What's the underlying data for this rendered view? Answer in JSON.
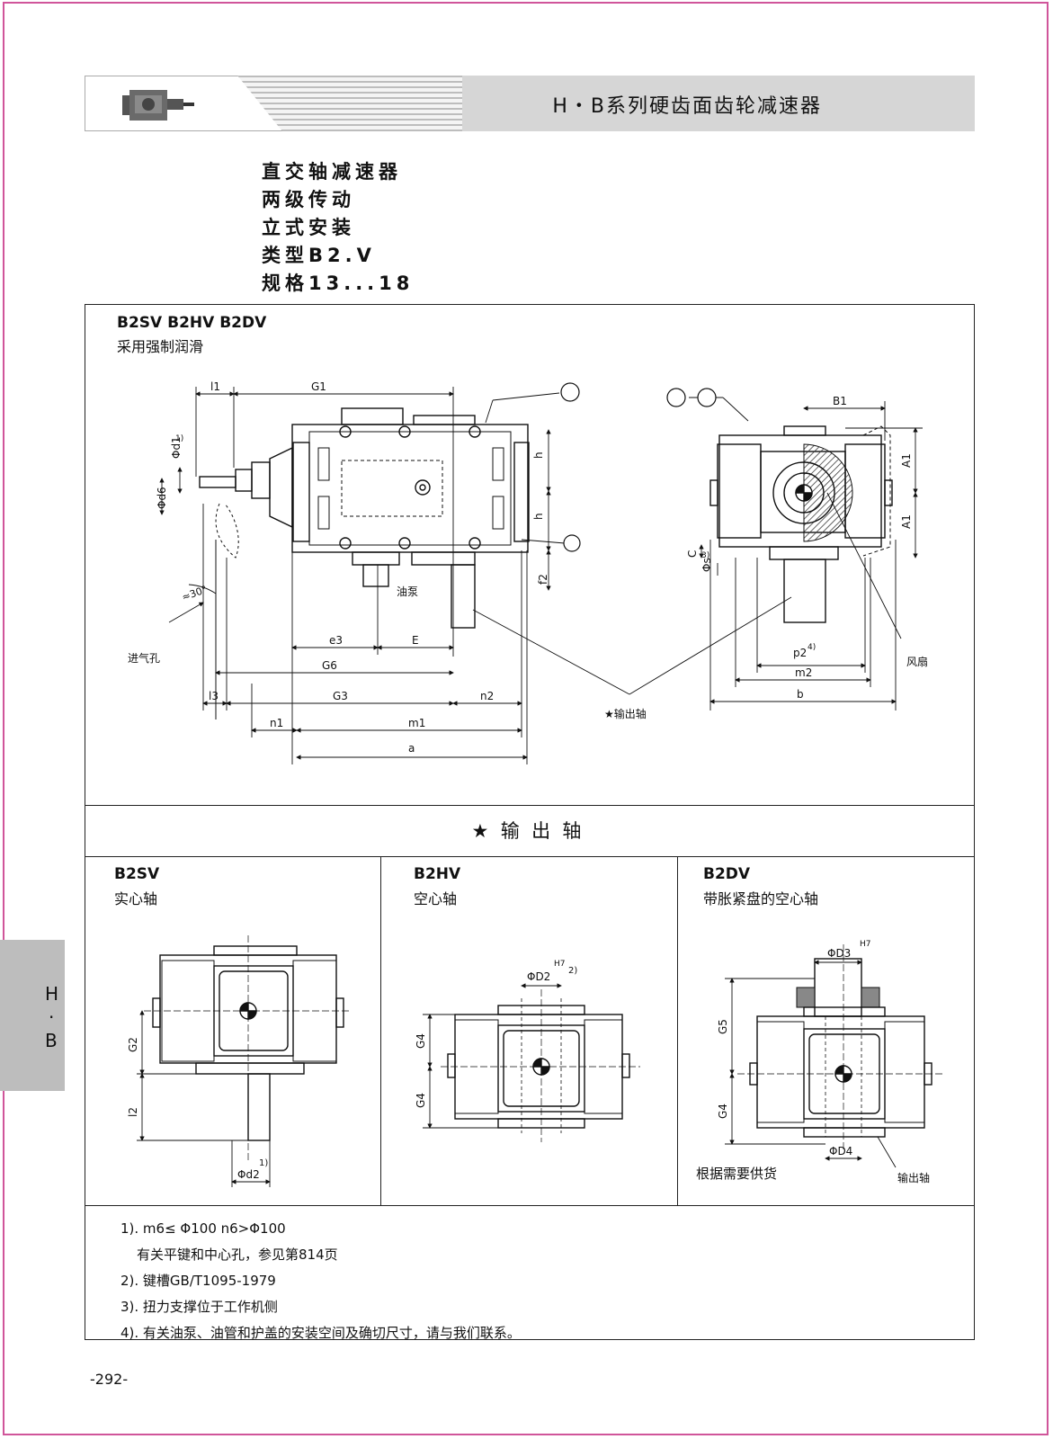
{
  "header": {
    "title": "H・B系列硬齿面齿轮减速器"
  },
  "intro": {
    "lines": [
      "直交轴减速器",
      "两级传动",
      "立式安装",
      "类型B2.V",
      "规格13...18"
    ]
  },
  "main_drawing": {
    "models": "B2SV B2HV B2DV",
    "lubrication": "采用强制润滑",
    "labels": {
      "l1": "l1",
      "G1": "G1",
      "B1": "B1",
      "Phi_d1": "Φd1",
      "sup1": "1)",
      "Phi_d6": "Φd6",
      "h": "h",
      "A1": "A1",
      "C": "C",
      "Phi_s": "Φs",
      "sup3": "3)",
      "f2": "f2",
      "oil_pump": "油泵",
      "approx30": "≈30°",
      "air_inlet": "进气孔",
      "e3": "e3",
      "E": "E",
      "G6": "G6",
      "l3": "l3",
      "G3": "G3",
      "n2": "n2",
      "n1": "n1",
      "m1": "m1",
      "a": "a",
      "p2": "p2",
      "sup4": "4)",
      "m2": "m2",
      "b": "b",
      "fan": "风扇",
      "output_shaft_star": "★输出轴"
    }
  },
  "output_section": {
    "title": "★  输  出  轴"
  },
  "variants": [
    {
      "code": "B2SV",
      "desc": "实心轴",
      "labels": {
        "G2": "G2",
        "l2": "l2",
        "d2": "Φd2",
        "sup": "1)"
      }
    },
    {
      "code": "B2HV",
      "desc": "空心轴",
      "labels": {
        "D2": "ΦD2",
        "H7": "H7",
        "sup": "2)",
        "G4": "G4"
      }
    },
    {
      "code": "B2DV",
      "desc": "带胀紧盘的空心轴",
      "labels": {
        "D3": "ΦD3",
        "H7": "H7",
        "G5": "G5",
        "G4": "G4",
        "D4": "ΦD4",
        "supply": "根据需要供货",
        "output": "输出轴"
      }
    }
  ],
  "notes": [
    "1). m6≤ Φ100  n6>Φ100",
    "有关平键和中心孔，参见第814页",
    "2). 键槽GB/T1095-1979",
    "3). 扭力支撑位于工作机侧",
    "4). 有关油泵、油管和护盖的安装空间及确切尺寸，请与我们联系。"
  ],
  "side_tab": {
    "top": "H",
    "dot": "·",
    "bottom": "B"
  },
  "page_number": "-292-",
  "colors": {
    "frame": "#d0559a",
    "header_bg": "#d6d6d6",
    "side_tab": "#bdbdbd",
    "hatch": "#333333"
  }
}
